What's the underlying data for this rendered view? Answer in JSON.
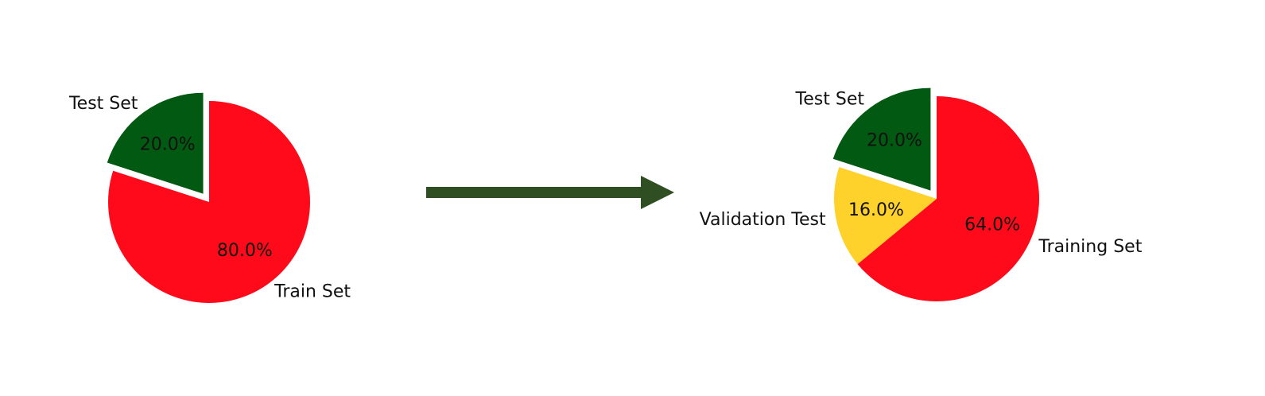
{
  "chart_data": [
    {
      "type": "pie",
      "slices": [
        {
          "label": "Test Set",
          "value": 20.0,
          "pct_label": "20.0%",
          "color": "#025912",
          "exploded": true
        },
        {
          "label": "Train Set",
          "value": 80.0,
          "pct_label": "80.0%",
          "color": "#ff0a1a",
          "exploded": false
        }
      ]
    },
    {
      "type": "pie",
      "slices": [
        {
          "label": "Test Set",
          "value": 20.0,
          "pct_label": "20.0%",
          "color": "#025912",
          "exploded": true
        },
        {
          "label": "Validation Test",
          "value": 16.0,
          "pct_label": "16.0%",
          "color": "#ffd12b",
          "exploded": false
        },
        {
          "label": "Training Set",
          "value": 64.0,
          "pct_label": "64.0%",
          "color": "#ff0a1a",
          "exploded": false
        }
      ]
    }
  ],
  "arrow": {
    "color": "#2f4f22"
  }
}
